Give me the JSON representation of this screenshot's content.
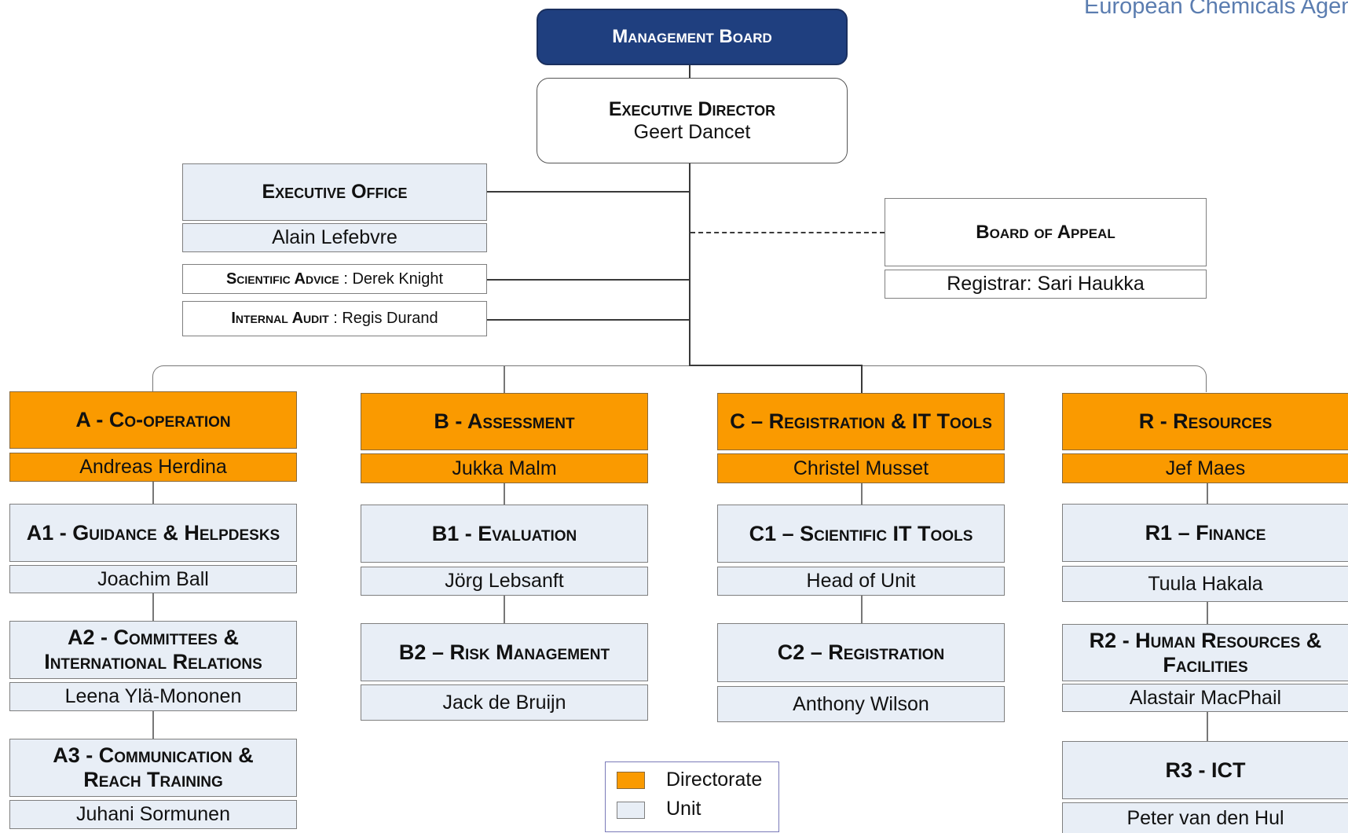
{
  "header": {
    "logo_text": "European Chemicals Agency"
  },
  "management_board": "Management Board",
  "executive_director": {
    "title": "Executive Director",
    "name": "Geert Dancet"
  },
  "executive_office": {
    "title": "Executive Office",
    "name": "Alain Lefebvre"
  },
  "scientific_advice": {
    "title": "Scientific Advice",
    "sep": " : ",
    "name": "Derek Knight"
  },
  "internal_audit": {
    "title": "Internal Audit",
    "sep": " : ",
    "name": "Regis Durand"
  },
  "board_of_appeal": {
    "title": "Board of Appeal",
    "registrar": "Registrar: Sari Haukka"
  },
  "directorates": [
    {
      "title": "A - Co-operation",
      "head": "Andreas Herdina",
      "units": [
        {
          "title": "A1 - Guidance & Helpdesks",
          "head": "Joachim Ball"
        },
        {
          "title": "A2 - Committees & International Relations",
          "head": "Leena Ylä-Mononen"
        },
        {
          "title": "A3 - Communication & Reach Training",
          "head": "Juhani Sormunen"
        }
      ]
    },
    {
      "title": "B - Assessment",
      "head": "Jukka Malm",
      "units": [
        {
          "title": "B1 - Evaluation",
          "head": "Jörg Lebsanft"
        },
        {
          "title": "B2 – Risk Management",
          "head": "Jack de Bruijn"
        }
      ]
    },
    {
      "title": "C – Registration & IT Tools",
      "head": "Christel Musset",
      "units": [
        {
          "title": "C1 – Scientific IT Tools",
          "head": "Head of Unit"
        },
        {
          "title": "C2 – Registration",
          "head": "Anthony Wilson"
        }
      ]
    },
    {
      "title": "R - Resources",
      "head": "Jef Maes",
      "units": [
        {
          "title": "R1 – Finance",
          "head": "Tuula Hakala"
        },
        {
          "title": "R2 - Human Resources & Facilities",
          "head": "Alastair MacPhail"
        },
        {
          "title": "R3 - ICT",
          "head": "Peter van den Hul"
        }
      ]
    }
  ],
  "legend": {
    "items": [
      {
        "label": "Directorate",
        "color": "#fa9a00"
      },
      {
        "label": "Unit",
        "color": "#e8eef6"
      }
    ]
  },
  "colors": {
    "management_board": "#1f3f7f",
    "directorate": "#fa9a00",
    "unit": "#e8eef6",
    "logo_text": "#5b7db0"
  }
}
